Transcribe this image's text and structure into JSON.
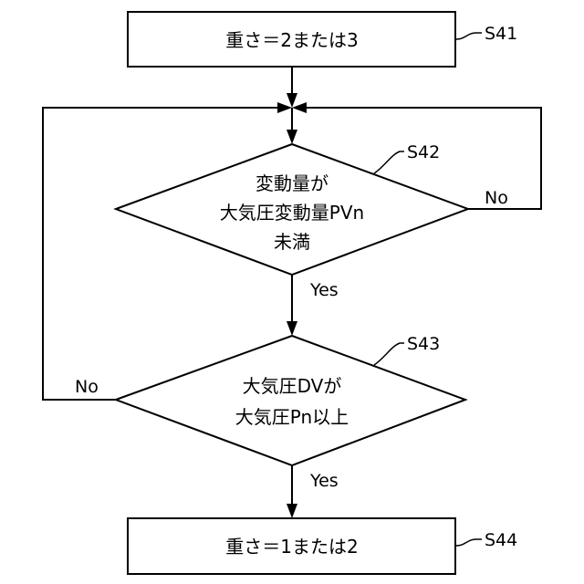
{
  "flowchart": {
    "steps": {
      "s41": {
        "id": "S41",
        "lines": [
          "重さ＝2または3"
        ]
      },
      "s42": {
        "id": "S42",
        "lines": [
          "変動量が",
          "大気圧変動量PVn",
          "未満"
        ]
      },
      "s43": {
        "id": "S43",
        "lines": [
          "大気圧DVが",
          "大気圧Pn以上"
        ]
      },
      "s44": {
        "id": "S44",
        "lines": [
          "重さ＝1または2"
        ]
      }
    },
    "branches": {
      "s42_yes": "Yes",
      "s42_no": "No",
      "s43_yes": "Yes",
      "s43_no": "No"
    }
  }
}
